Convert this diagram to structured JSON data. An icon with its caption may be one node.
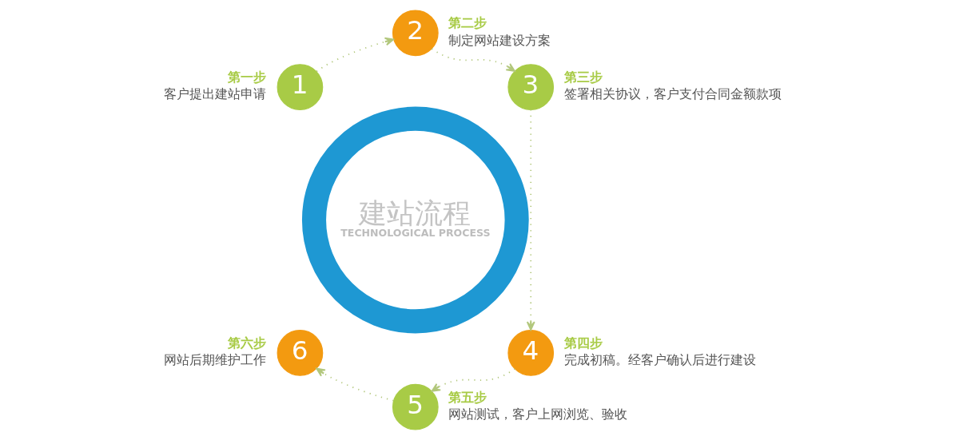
{
  "diagram": {
    "nodes": [
      {
        "text": [
          "建站流程",
          "TECHNOLOGICAL PROCESS"
        ]
      },
      {
        "text": [
          "1"
        ],
        "beside": [
          "第一步",
          "客户提出建站申请"
        ]
      },
      {
        "text": [
          "2"
        ],
        "beside": [
          "第二步",
          "制定网站建设方案"
        ]
      },
      {
        "text": [
          "3"
        ],
        "beside": [
          "第三步",
          "签署相关协议，客户支付合同金额款项"
        ]
      },
      {
        "text": [
          "4"
        ],
        "beside": [
          "第四步",
          "完成初稿。经客户确认后进行建设"
        ]
      },
      {
        "text": [
          "5"
        ],
        "beside": [
          "第五步",
          "网站测试，客户上网浏览、验收"
        ]
      },
      {
        "text": [
          "6"
        ],
        "beside": [
          "第六步",
          "网站后期维护工作"
        ]
      }
    ],
    "edges": [
      {
        "from": 1,
        "to": 2,
        "arrow": "to"
      },
      {
        "from": 2,
        "to": 3,
        "arrow": "to"
      },
      {
        "from": 3,
        "to": 4,
        "arrow": "to"
      },
      {
        "from": 4,
        "to": 5,
        "arrow": "to"
      },
      {
        "from": 5,
        "to": 6,
        "arrow": "to"
      }
    ]
  }
}
